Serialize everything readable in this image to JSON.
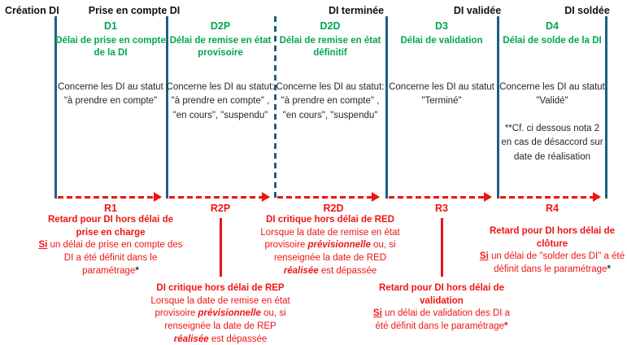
{
  "colors": {
    "green": "#00a651",
    "timeline_blue": "#1e5f82",
    "red": "#ee1414",
    "asterisk_navy": "#203864"
  },
  "milestones": [
    {
      "label": "Création DI"
    },
    {
      "label": "Prise en compte DI"
    },
    {
      "label": "DI terminée"
    },
    {
      "label": "DI validée"
    },
    {
      "label": "DI soldée"
    }
  ],
  "columns": [
    {
      "code": "D1",
      "delay_title": "Délai de prise en compte\nde la DI",
      "status": "Concerne les DI au statut\n\"à prendre en compte\""
    },
    {
      "code": "D2P",
      "delay_title": "Délai de remise en état\nprovisoire",
      "status": "Concerne les DI au statut:\n\"à prendre en compte\" ,\n\"en cours\", \"suspendu\""
    },
    {
      "code": "D2D",
      "delay_title": "Délai de remise en état\ndéfinitif",
      "status": "Concerne les DI au statut:\n\"à prendre en compte\" ,\n\"en cours\", \"suspendu\""
    },
    {
      "code": "D3",
      "delay_title": "Délai de validation",
      "status": "Concerne les DI au statut\n\"Terminé\""
    },
    {
      "code": "D4",
      "delay_title": "Délai de solde de la DI",
      "status": "Concerne les DI au statut\n\"Validé\"",
      "note": "**Cf. ci dessous nota 2\nen cas de désaccord sur\ndate de réalisation"
    }
  ],
  "retards": [
    {
      "label": "R1",
      "title": "Retard pour DI hors délai de\nprise en charge",
      "si": "Si",
      "body": " un délai de prise en compte des DI a été définit dans le paramétrage",
      "asterisk": "*"
    },
    {
      "label": "R2P",
      "title": "DI critique hors délai de REP",
      "body1": "Lorsque la date de remise en état provisoire ",
      "em1": "prévisionnelle",
      "body2": " ou, si renseignée la  date de REP ",
      "em2": "réalisée",
      "body3": " est dépassée"
    },
    {
      "label": "R2D",
      "title": "DI critique hors délai de RED",
      "body1": "Lorsque la date de remise en état provisoire ",
      "em1": "prévisionnelle",
      "body2": " ou, si renseignée la  date de RED ",
      "em2": "réalisée",
      "body3": " est dépassée"
    },
    {
      "label": "R3",
      "title": "Retard pour DI hors délai de\nvalidation",
      "si": "Si",
      "body": " un délai de validation des DI a été définit dans le paramétrage",
      "asterisk": "*"
    },
    {
      "label": "R4",
      "title": "Retard pour DI  hors délai de\nclôture",
      "si": "Si",
      "body": " un délai de \"solder des DI\" a été définit dans le paramétrage",
      "asterisk": "*"
    }
  ]
}
